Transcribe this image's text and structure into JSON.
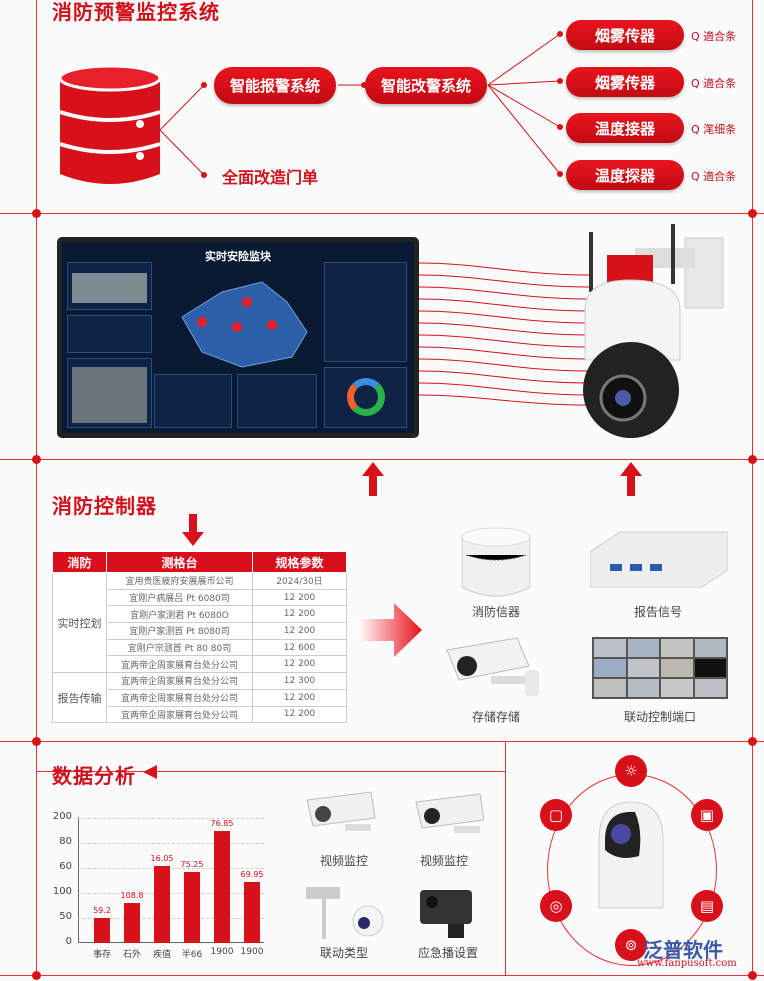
{
  "section1": {
    "title": "消防预警监控系统",
    "node_a": "智能报警系统",
    "node_b": "智能改警系统",
    "node_c": "全面改造门单",
    "sensors": [
      {
        "label": "烟雾传器",
        "tag": "Q 適合条"
      },
      {
        "label": "烟雾传器",
        "tag": "Q 適合条"
      },
      {
        "label": "温度接器",
        "tag": "Q 滗细条"
      },
      {
        "label": "温度探器",
        "tag": "Q 適合条"
      }
    ]
  },
  "section2": {
    "dashboard_title": "实时安险监块"
  },
  "section3": {
    "title": "消防控制器",
    "table": {
      "headers": [
        "消防",
        "测格台",
        "规格参数"
      ],
      "groups": [
        {
          "name": "实时控划",
          "rows": [
            [
              "宜用贵医疲府安展展币公司",
              "2024/30日"
            ],
            [
              "宜刚户病展吕 Pt 6080司",
              "12 200"
            ],
            [
              "宜刚户家测君 Pt 6080O",
              "12 200"
            ],
            [
              "宜刚户家测首 Pt 8080司",
              "12 200"
            ],
            [
              "宜刚户宗测首 Pt 80 80司",
              "12 600"
            ],
            [
              "宜两帝企周家展育台处分公司",
              "12 200"
            ]
          ]
        },
        {
          "name": "报告传输",
          "rows": [
            [
              "宜两帝企周家展育台处分公司",
              "12 300"
            ],
            [
              "宜两帝企周家展育台处分公司",
              "12 200"
            ],
            [
              "宜两帝企周家展育台处分公司",
              "12 200"
            ]
          ]
        }
      ]
    },
    "devices": [
      "消防信器",
      "报告信号",
      "存储存储",
      "联动控制端口"
    ]
  },
  "section4": {
    "title": "数据分析",
    "cameras": [
      "视频监控",
      "视频监控",
      "联动类型",
      "应急播设置"
    ],
    "logo_text": "泛普软件",
    "logo_url": "www.fanpusoft.com"
  },
  "chart_data": {
    "type": "bar",
    "title": "数据分析",
    "y_ticks": [
      "0",
      "50",
      "100",
      "60",
      "80",
      "200"
    ],
    "categories": [
      "事存",
      "石外",
      "疾值",
      "半66",
      "1900",
      "1900"
    ],
    "value_labels": [
      "59.2",
      "108.8",
      "16.05",
      "75.25",
      "76.85",
      "69.95"
    ],
    "bar_height_in_tick_units": [
      1.0,
      1.6,
      3.1,
      2.85,
      4.5,
      2.45
    ],
    "ylim_ticks": [
      0,
      5
    ]
  },
  "colors": {
    "accent": "#d8101a"
  }
}
